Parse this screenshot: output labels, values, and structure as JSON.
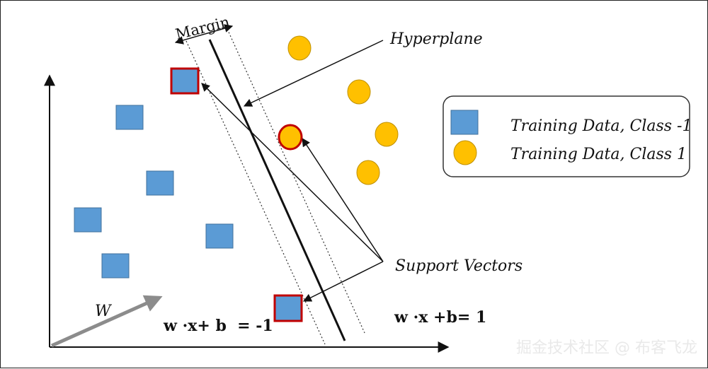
{
  "labels": {
    "margin": "Margin",
    "hyperplane": "Hyperplane",
    "support_vectors": "Support Vectors",
    "w": "W",
    "eq_left": "w ·x+ b  = -1",
    "eq_right": "w ·x +b= 1"
  },
  "legend": {
    "class_neg": "Training Data, Class -1",
    "class_pos": "Training Data, Class 1"
  },
  "watermark": "掘金技术社区 @ 布客飞龙",
  "colors": {
    "square_fill": "#5b9bd5",
    "circle_fill": "#ffc000",
    "highlight_border": "#c00000"
  }
}
